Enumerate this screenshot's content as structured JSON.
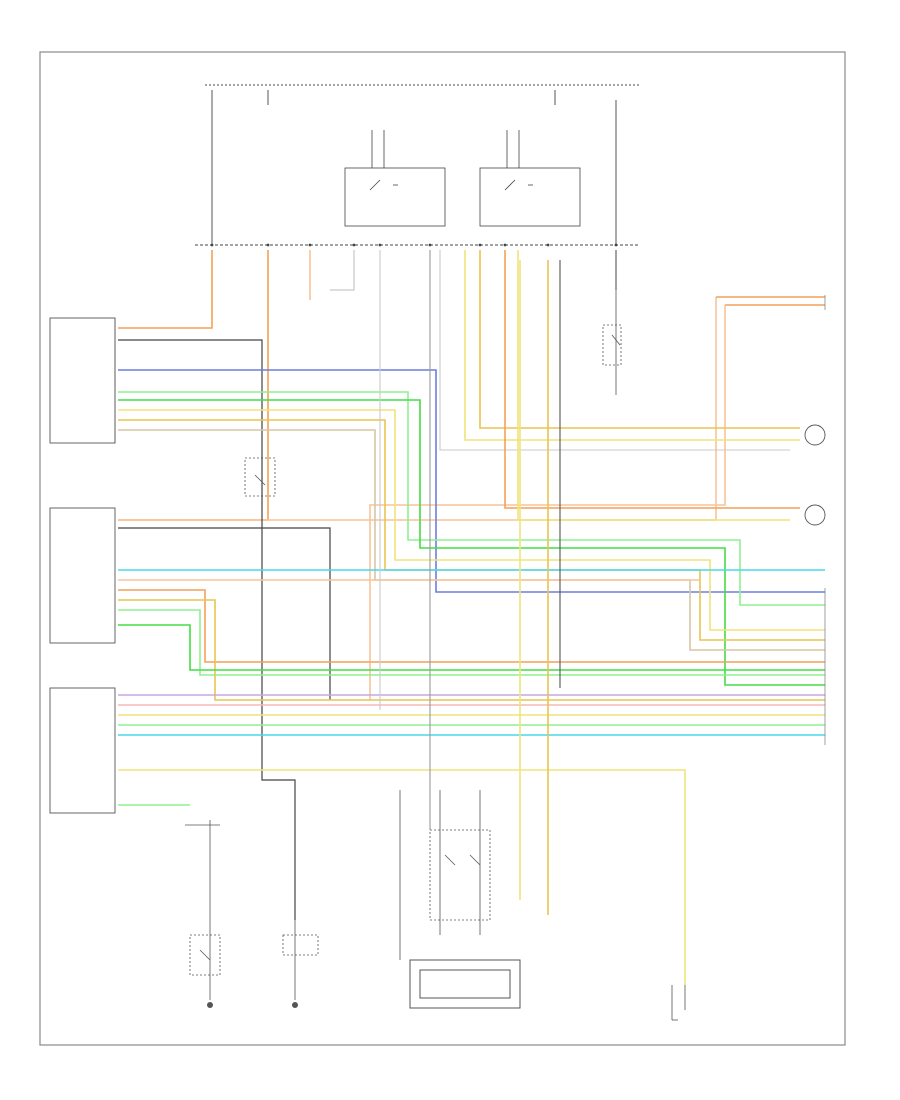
{
  "diagram": {
    "footer_code": "",
    "modules": [
      {
        "id": "driver-seat-heater-module",
        "label": ""
      },
      {
        "id": "passenger-seat-heater-module",
        "label": ""
      },
      {
        "id": "seat-control-module",
        "label": ""
      },
      {
        "id": "lumbar-motor",
        "label": ""
      },
      {
        "id": "ground-g1",
        "label": ""
      },
      {
        "id": "ground-g2",
        "label": ""
      },
      {
        "id": "left-seat-ground",
        "label": ""
      },
      {
        "id": "right-seat-ground",
        "label": ""
      },
      {
        "id": "lumbar-switch",
        "label": ""
      }
    ],
    "colors": {
      "orange": "#f4a15a",
      "light_orange": "#f7c49a",
      "yellow": "#f0e37a",
      "gold": "#e8c450",
      "green": "#44dd44",
      "light_green": "#8ff08f",
      "blue": "#6b7fe0",
      "cyan": "#48d8e8",
      "tan": "#d7c6a4",
      "gray": "#c9c9c9",
      "black": "#555555",
      "dark": "#333333",
      "pink": "#f5b8b8",
      "violet": "#c9a6e0"
    }
  }
}
